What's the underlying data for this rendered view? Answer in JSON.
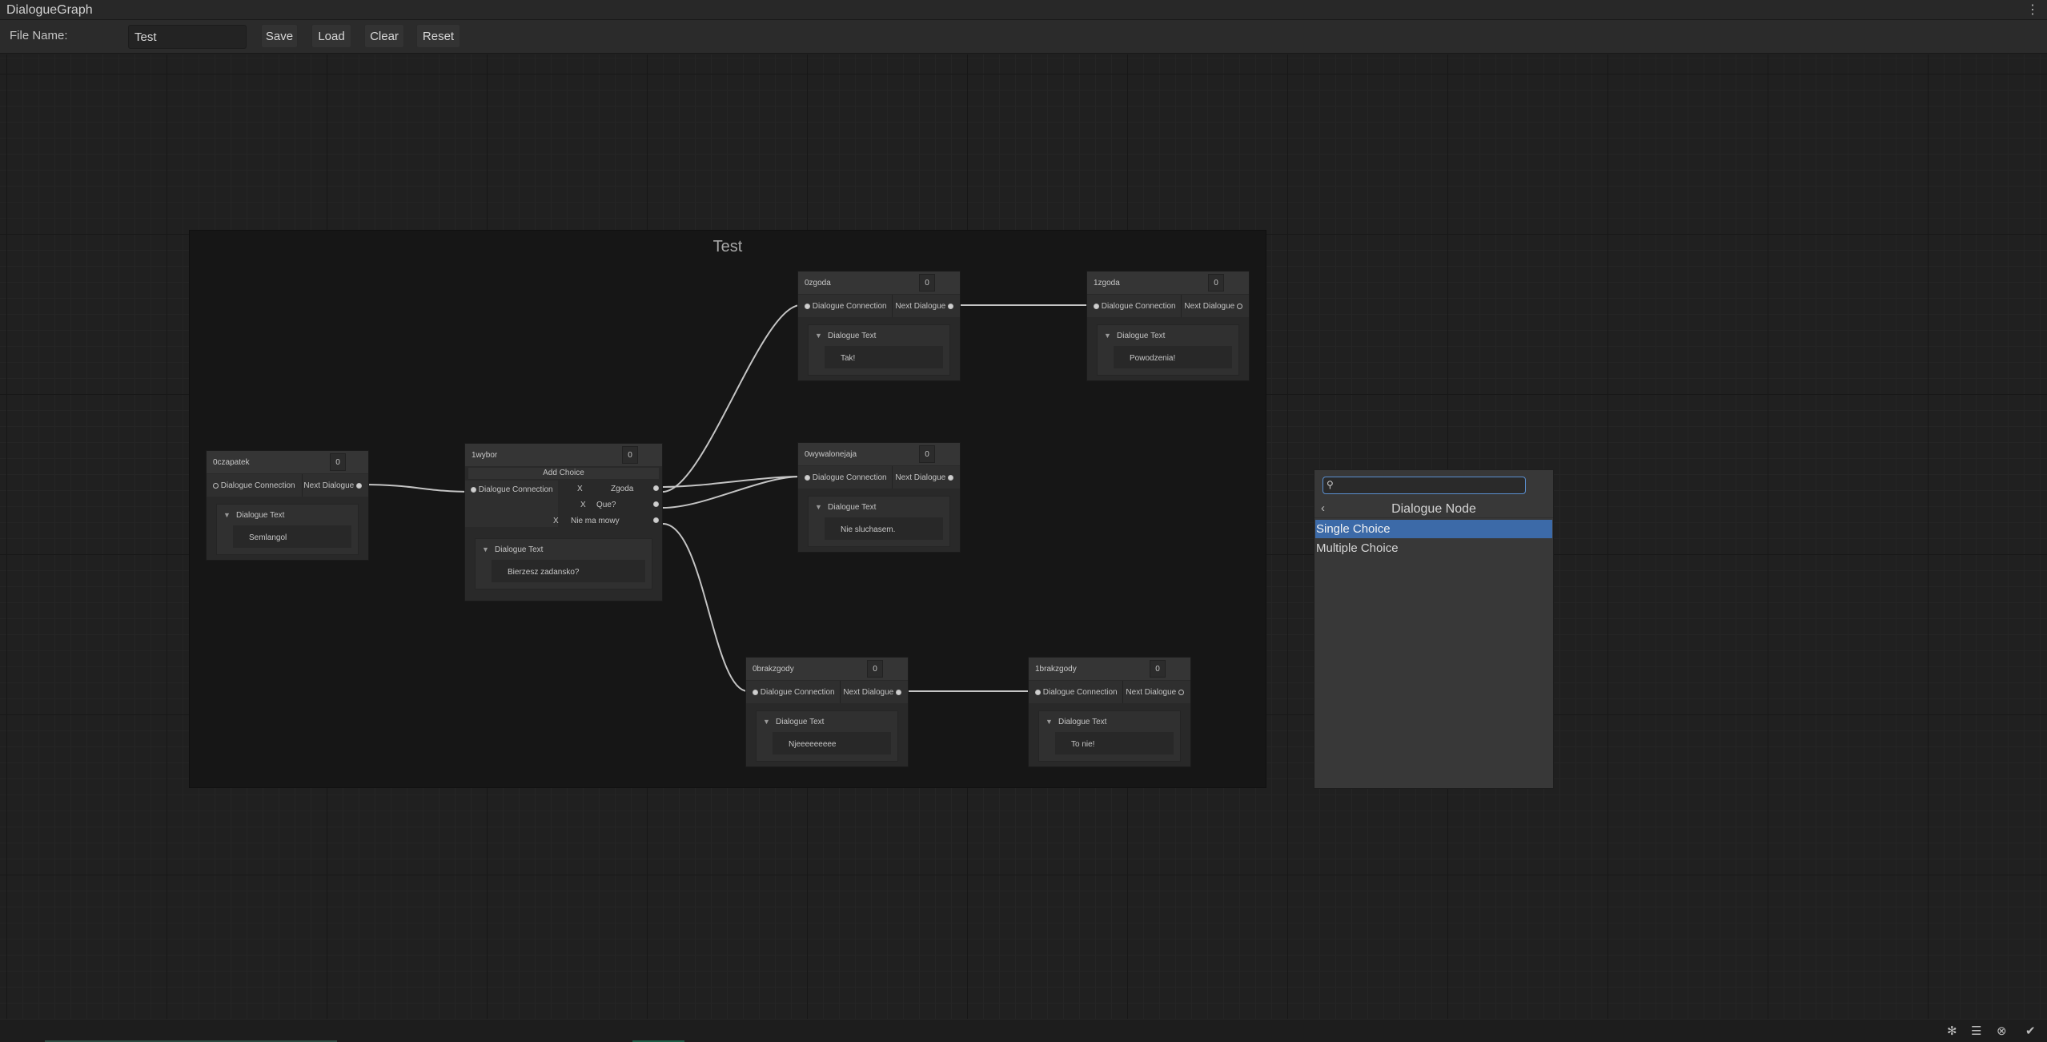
{
  "window": {
    "title": "DialogueGraph"
  },
  "toolbar": {
    "file_label": "File Name:",
    "file_value": "Test",
    "save": "Save",
    "load": "Load",
    "clear": "Clear",
    "reset": "Reset"
  },
  "group": {
    "title": "Test"
  },
  "nodes": {
    "zapatek": {
      "name": "0czapatek",
      "count": "0",
      "in": "Dialogue Connection",
      "out": "Next Dialogue",
      "text_label": "Dialogue Text",
      "text": "Semlangol"
    },
    "wybor": {
      "name": "1wybor",
      "count": "0",
      "add_choice": "Add Choice",
      "in": "Dialogue Connection",
      "text_label": "Dialogue Text",
      "text": "Bierzesz zadansko?",
      "choices": [
        {
          "x": "X",
          "label": "Zgoda"
        },
        {
          "x": "X",
          "label": "Que?"
        },
        {
          "x": "X",
          "label": "Nie ma mowy"
        }
      ]
    },
    "zgoda0": {
      "name": "0zgoda",
      "count": "0",
      "in": "Dialogue Connection",
      "out": "Next Dialogue",
      "text_label": "Dialogue Text",
      "text": "Tak!"
    },
    "zgoda1": {
      "name": "1zgoda",
      "count": "0",
      "in": "Dialogue Connection",
      "out": "Next Dialogue",
      "text_label": "Dialogue Text",
      "text": "Powodzenia!"
    },
    "wywalona": {
      "name": "0wywalonejaja",
      "count": "0",
      "in": "Dialogue Connection",
      "out": "Next Dialogue",
      "text_label": "Dialogue Text",
      "text": "Nie sluchasem."
    },
    "brak0": {
      "name": "0brakzgody",
      "count": "0",
      "in": "Dialogue Connection",
      "out": "Next Dialogue",
      "text_label": "Dialogue Text",
      "text": "Njeeeeeeeee"
    },
    "brak1": {
      "name": "1brakzgody",
      "count": "0",
      "in": "Dialogue Connection",
      "out": "Next Dialogue",
      "text_label": "Dialogue Text",
      "text": "To nie!"
    }
  },
  "palette": {
    "title": "Dialogue Node",
    "search_value": "",
    "items": [
      "Single Choice",
      "Multiple Choice"
    ],
    "selected": "Single Choice"
  },
  "icons": {
    "menu": "kebab-menu-icon",
    "search": "search-icon",
    "back": "chevron-left-icon"
  }
}
